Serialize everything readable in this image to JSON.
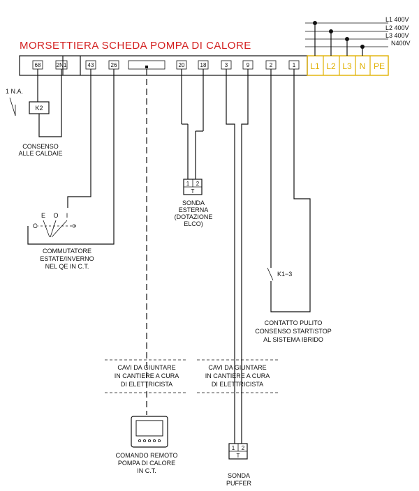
{
  "title": "MORSETTIERA SCHEDA POMPA DI CALORE",
  "terminals": [
    "68",
    "2N1",
    "43",
    "26",
    "20",
    "18",
    "3",
    "9",
    "2",
    "1"
  ],
  "power_terminals": [
    "L1",
    "L2",
    "L3",
    "N",
    "PE"
  ],
  "supply_lines": [
    "L1  400V",
    "L2  400V",
    "L3  400V",
    "N400V"
  ],
  "relay": {
    "contact": "1  N.A.",
    "coil": "K2"
  },
  "consenso_caldaie": [
    "CONSENSO",
    "ALLE CALDAIE"
  ],
  "commutatore": {
    "positions": [
      "E",
      "O",
      "I"
    ],
    "common": "C",
    "label": [
      "COMMUTATORE",
      "ESTATE/INVERNO",
      "NEL QE IN C.T."
    ]
  },
  "sonda_esterna": {
    "pins": [
      "1",
      "2"
    ],
    "symbol": "T",
    "label": [
      "SONDA",
      "ESTERNA",
      "(DOTAZIONE",
      "ELCO)"
    ]
  },
  "contact_k1": "K1−3",
  "contatto_pulito": [
    "CONTATTO PULITO",
    "CONSENSO START/STOP",
    "AL SISTEMA IBRIDO"
  ],
  "cavi_left": [
    "CAVI DA GIUNTARE",
    "IN CANTIERE A CURA",
    "DI ELETTRICISTA"
  ],
  "cavi_right": [
    "CAVI DA GIUNTARE",
    "IN CANTIERE A CURA",
    "DI ELETTRICISTA"
  ],
  "comando_remoto": [
    "COMANDO REMOTO",
    "POMPA DI CALORE",
    "IN C.T."
  ],
  "sonda_puffer": {
    "pins": [
      "1",
      "2"
    ],
    "symbol": "T",
    "label": [
      "SONDA",
      "PUFFER"
    ]
  }
}
